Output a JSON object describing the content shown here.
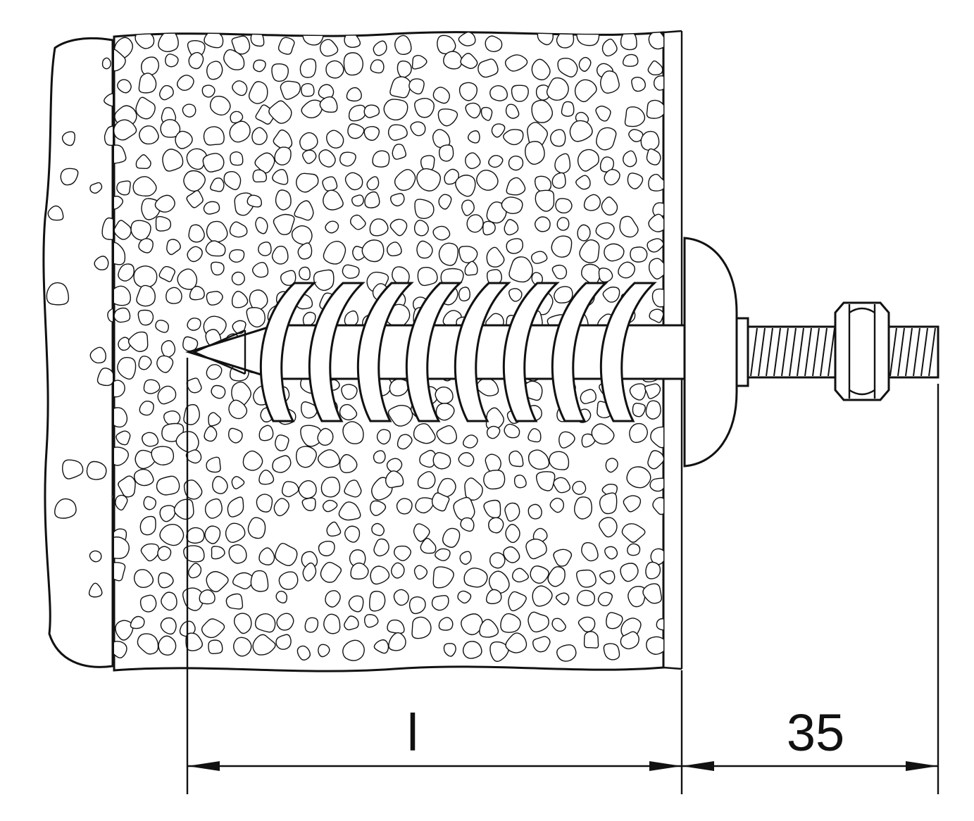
{
  "diagram": {
    "title_hint": "insulation-anchor-installation-drawing",
    "line_color": "#111111",
    "dimensions": {
      "embedment_length_label": "l",
      "protrusion_length_label": "35"
    }
  }
}
